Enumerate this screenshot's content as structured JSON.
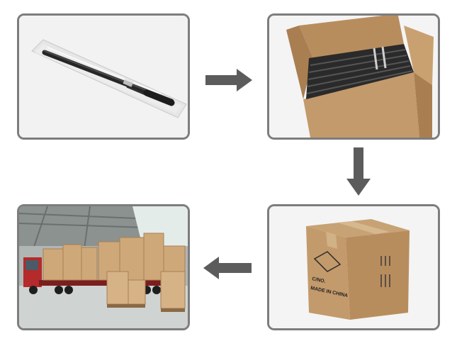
{
  "steps": [
    {
      "id": "individual-packing",
      "kind": "photo",
      "subject": "pen-in-plastic-sleeve"
    },
    {
      "id": "inner-carton",
      "kind": "photo",
      "subject": "open-carton-with-pens"
    },
    {
      "id": "master-carton",
      "kind": "photo",
      "subject": "sealed-carton"
    },
    {
      "id": "shipping",
      "kind": "photo",
      "subject": "loading-truck"
    }
  ],
  "carton_print": {
    "line1": "C/NO.",
    "line2": "MADE IN CHINA"
  },
  "arrows": [
    {
      "from": "individual-packing",
      "to": "inner-carton",
      "icon": "arrow-right-icon"
    },
    {
      "from": "inner-carton",
      "to": "master-carton",
      "icon": "arrow-down-icon"
    },
    {
      "from": "master-carton",
      "to": "shipping",
      "icon": "arrow-left-icon"
    }
  ],
  "colors": {
    "panel_border": "#7d7d7d",
    "arrow": "#5c5c5c",
    "cardboard": "#c39a6b",
    "cardboard_dark": "#a97f52"
  }
}
